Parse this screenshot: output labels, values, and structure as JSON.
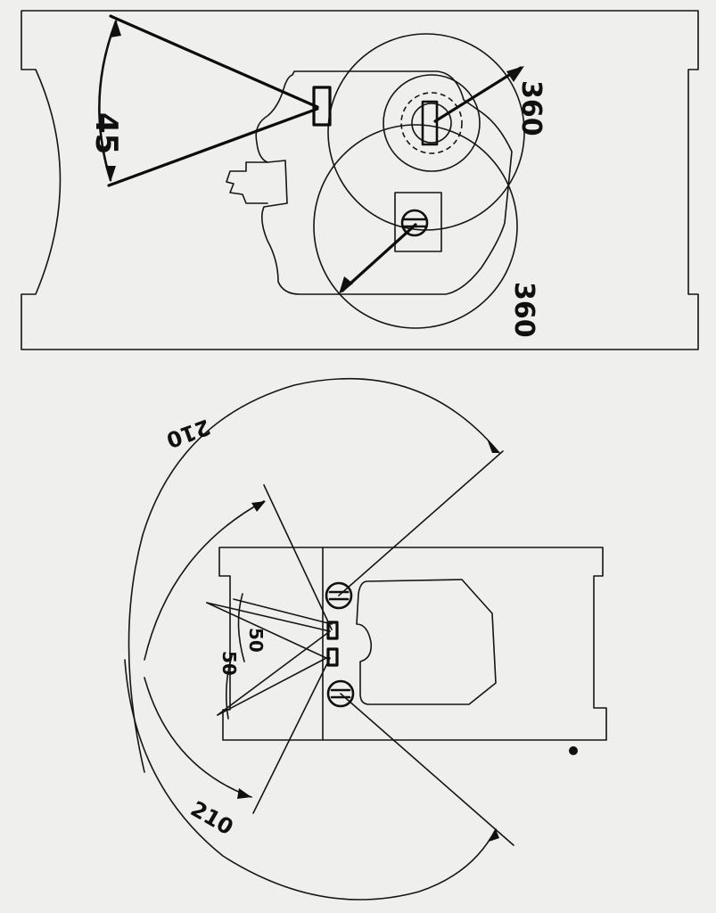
{
  "top_view": {
    "angle_label": "45",
    "upper_radius_label": "360",
    "lower_radius_label": "360"
  },
  "bottom_view": {
    "upper_angle_label": "50",
    "lower_angle_label": "50",
    "upper_radius_label": "210",
    "lower_radius_label": "210"
  },
  "colors": {
    "paper": "#efefed",
    "ink": "#101010"
  }
}
